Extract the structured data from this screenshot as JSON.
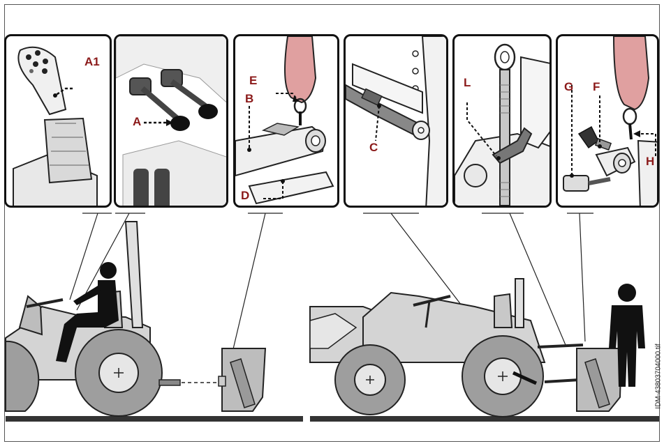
{
  "labels": {
    "a1": "A1",
    "a": "A",
    "e": "E",
    "b": "B",
    "d": "D",
    "c": "C",
    "l": "L",
    "g": "G",
    "f": "F",
    "h": "H"
  },
  "figure_id": "IDM-43803704000.tif"
}
